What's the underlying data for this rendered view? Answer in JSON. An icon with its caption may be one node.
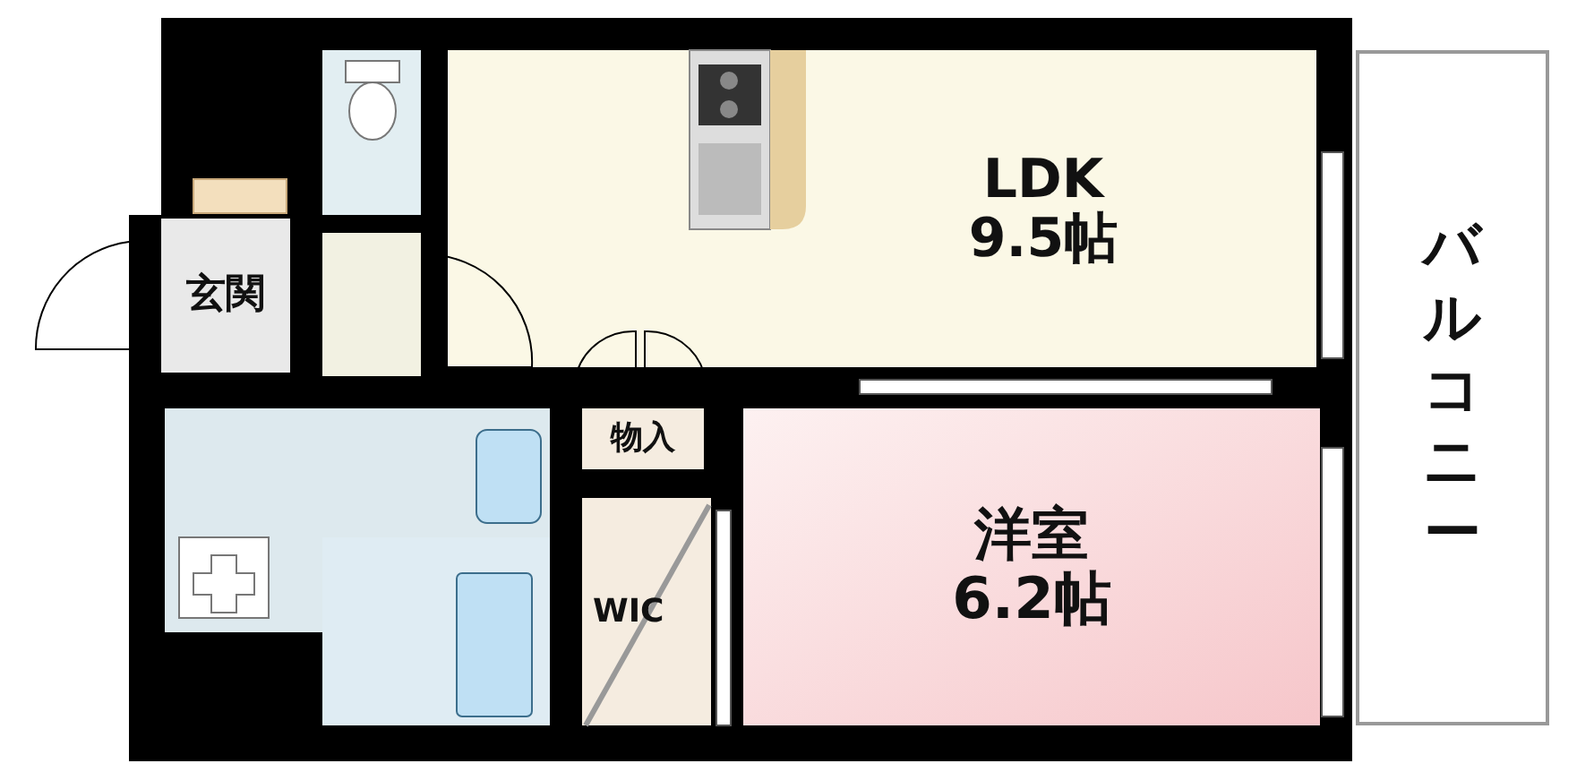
{
  "diagram": {
    "nodes": [
      {
        "text": [
          "玄関"
        ]
      },
      {
        "text": [
          "LDK",
          "9.5帖"
        ]
      },
      {
        "text": [
          "物入"
        ]
      },
      {
        "text": [
          "WIC"
        ]
      },
      {
        "text": [
          "洋室",
          "6.2帖"
        ]
      },
      {
        "text": [
          "バルコニー"
        ]
      }
    ]
  }
}
